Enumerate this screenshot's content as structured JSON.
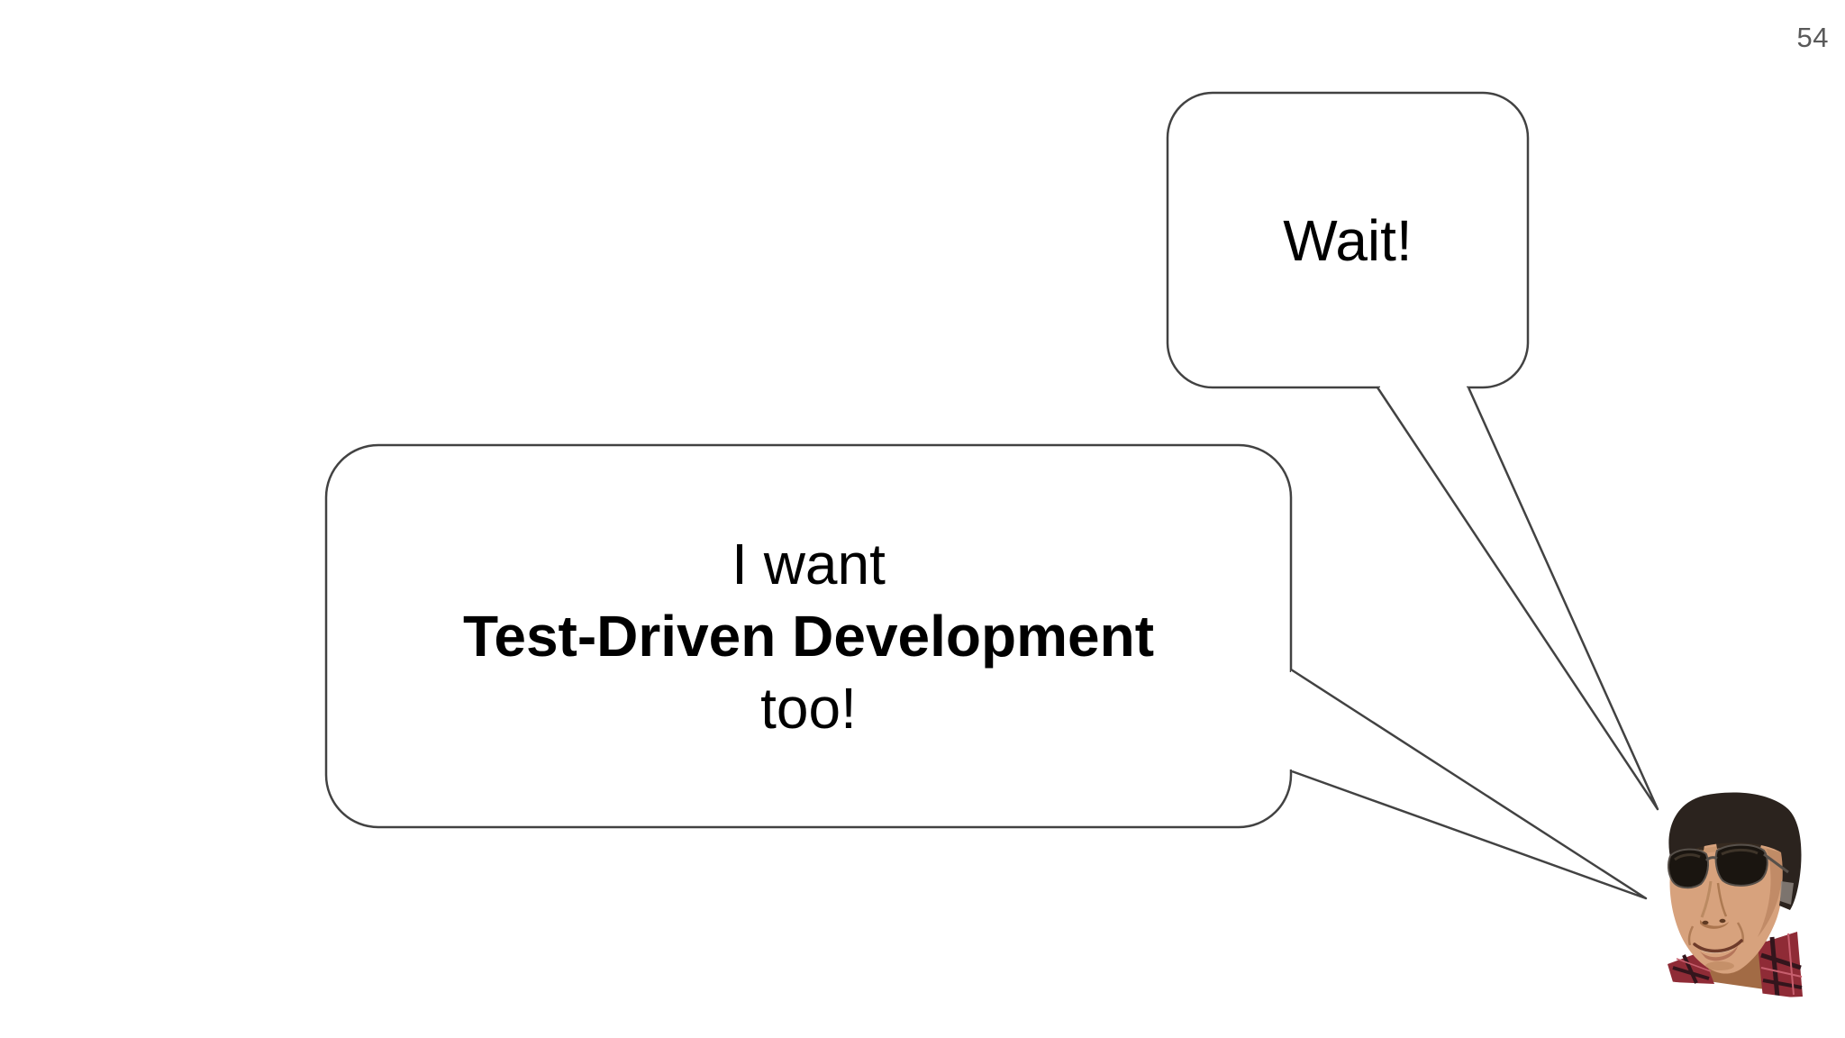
{
  "page": {
    "number": "54"
  },
  "wait_bubble": {
    "text": "Wait!"
  },
  "tdd_bubble": {
    "line1": "I want",
    "line2": "Test-Driven Development",
    "line3": "too!"
  },
  "figure": {
    "name": "presenter-photo-cutout",
    "description": "smiling man with dark hair and sunglasses, red plaid shirt"
  },
  "colors": {
    "background": "#ffffff",
    "bubble_outline": "#424242",
    "bubble_fill": "#ffffff",
    "text": "#000000",
    "page_number": "#595959",
    "hair": "#2b231e",
    "skin": "#d7a27d",
    "shirt_plaid": "#8f2b36",
    "sunglass_lens": "#1a1510"
  }
}
